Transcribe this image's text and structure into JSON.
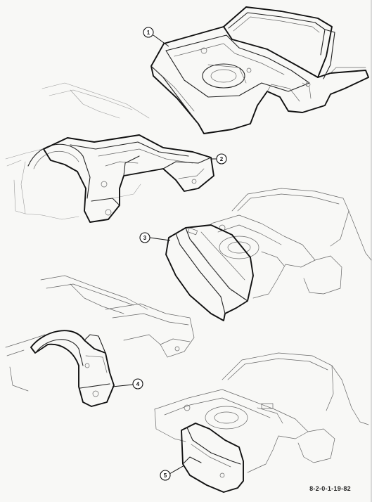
{
  "figure_code": "8-2-0-1-19-82",
  "callouts": [
    {
      "label": "1"
    },
    {
      "label": "2"
    },
    {
      "label": "3"
    },
    {
      "label": "4"
    },
    {
      "label": "5"
    }
  ],
  "colors": {
    "ink": "#111111",
    "paper": "#f8f8f6"
  }
}
